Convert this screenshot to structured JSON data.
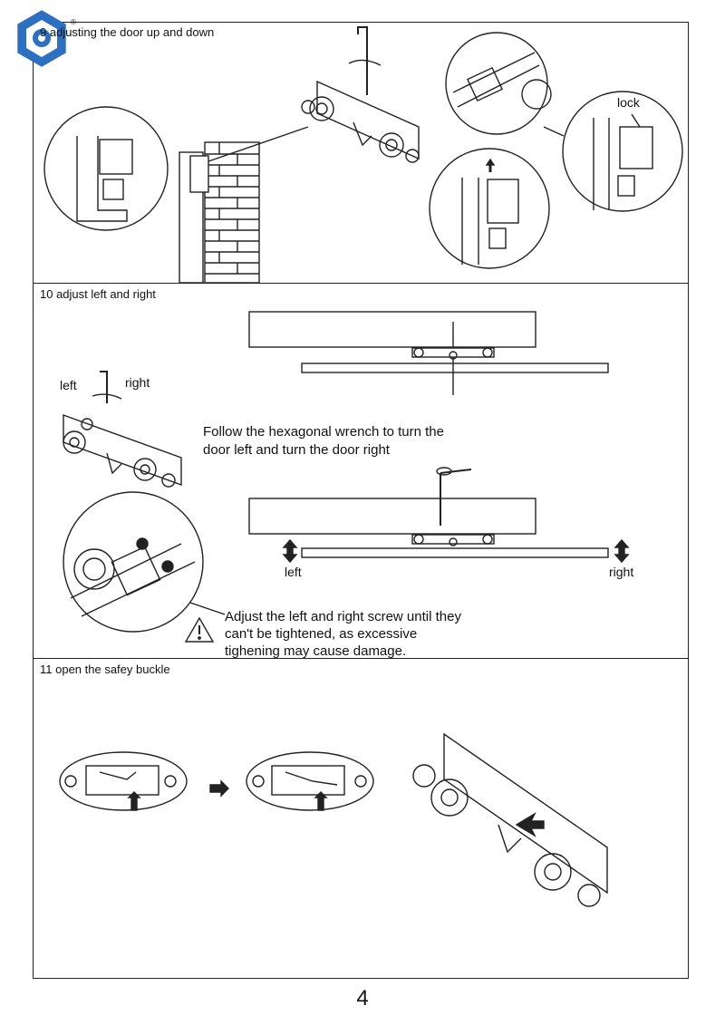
{
  "logo": {
    "mark": "®"
  },
  "sections": [
    {
      "title": "9 adjusting the door up and down",
      "lock_label": "lock"
    },
    {
      "title": "10 adjust left and right",
      "wrench_left": "left",
      "wrench_right": "right",
      "instruction": [
        "Follow the hexagonal wrench to turn the",
        "door left and turn the door right"
      ],
      "rail_left": "left",
      "rail_right": "right",
      "warning": [
        "Adjust the left and right screw until they",
        "can't be tightened, as excessive",
        "tighening may cause damage."
      ]
    },
    {
      "title": "11 open the safey buckle"
    }
  ],
  "page_number": "4"
}
